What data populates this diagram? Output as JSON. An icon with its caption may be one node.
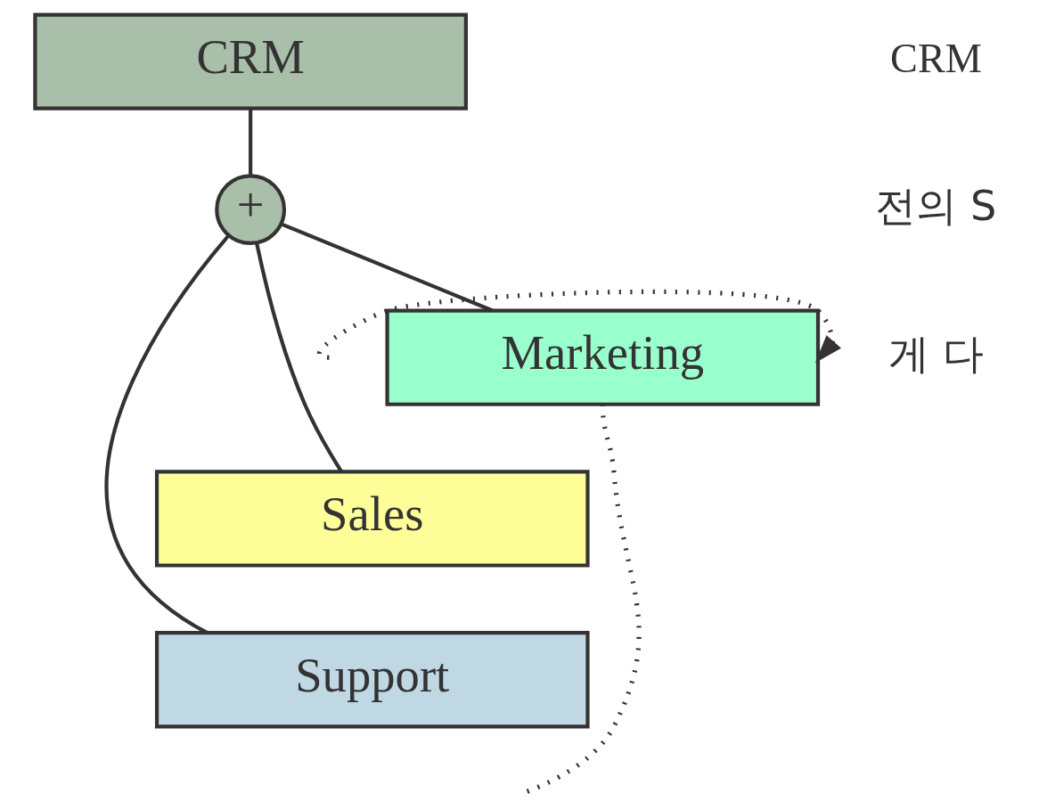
{
  "diagram": {
    "nodes": [
      {
        "text": [
          "CRM"
        ]
      },
      {
        "text": [
          "+"
        ]
      },
      {
        "text": [
          "Marketing"
        ]
      },
      {
        "text": [
          "Sales"
        ]
      },
      {
        "text": [
          "Support"
        ]
      }
    ],
    "edges": [
      {
        "from": 0,
        "to": 1,
        "arrow": "none"
      },
      {
        "from": 1,
        "to": 2,
        "arrow": "none"
      },
      {
        "from": 1,
        "to": 3,
        "arrow": "none"
      },
      {
        "from": 1,
        "to": 4,
        "arrow": "none"
      },
      {
        "from": null,
        "to": 2,
        "arrow": "to",
        "style": "dashed"
      },
      {
        "from": 2,
        "to": null,
        "arrow": "none",
        "style": "dashed"
      }
    ],
    "labels": [
      "CRM",
      "전의 S",
      "게 다"
    ]
  }
}
